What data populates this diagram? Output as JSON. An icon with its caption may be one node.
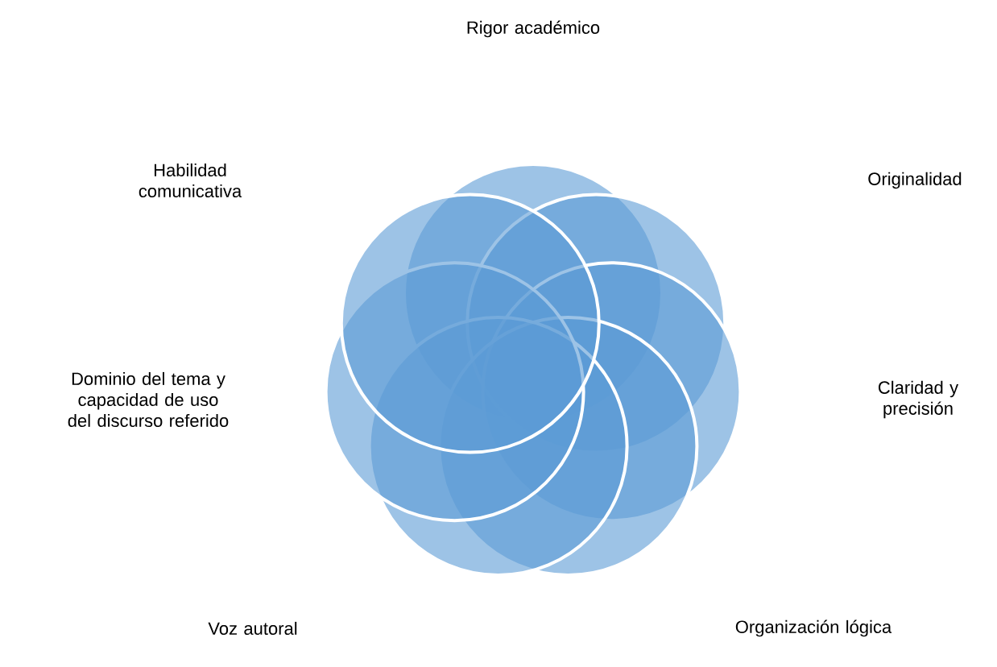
{
  "diagram": {
    "labels": [
      "Rigor académico",
      "Habilidad comunicativa",
      "Originalidad",
      "Dominio del tema y capacidad de uso del discurso referido",
      "Claridad y precisión",
      "Voz autoral",
      "Organización lógica"
    ]
  }
}
